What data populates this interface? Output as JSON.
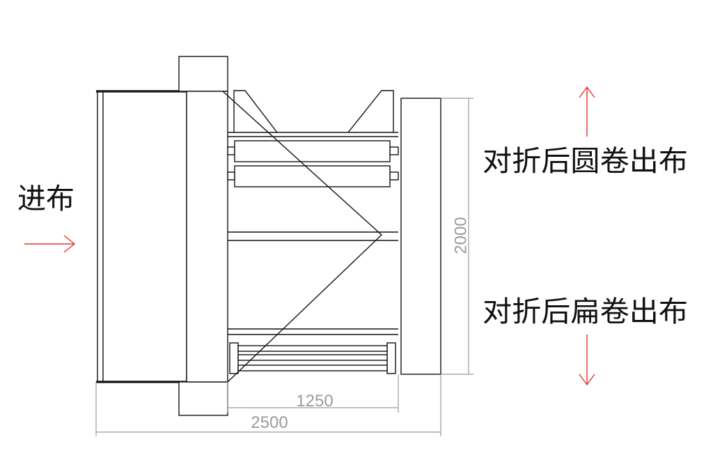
{
  "diagram": {
    "labels": {
      "feed_in": "进布",
      "output_round_roll": "对折后圆卷出布",
      "output_flat_roll": "对折后扁卷出布"
    },
    "dimensions": {
      "height": "2000",
      "inner_width": "1250",
      "overall_width": "2500"
    },
    "arrows": {
      "feed_in": "arrow-right-icon",
      "output_round_roll": "arrow-up-icon",
      "output_flat_roll": "arrow-down-icon"
    },
    "colors": {
      "arrow": "#e5322d",
      "outline": "#111111",
      "dimension": "#9b9b9b",
      "background": "#ffffff"
    }
  }
}
